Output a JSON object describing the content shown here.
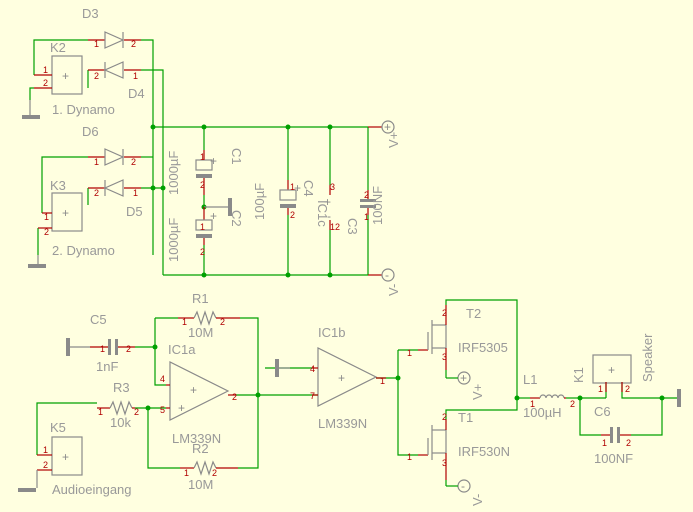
{
  "colors": {
    "background": "#ffffe0",
    "wire": "#00a000",
    "symbol": "#8a8a8a",
    "pin_number": "#b00000",
    "label": "#999999"
  },
  "labels": {
    "d3": "D3",
    "d4": "D4",
    "d5": "D5",
    "d6": "D6",
    "k1": "K1",
    "k2": "K2",
    "k3": "K3",
    "k5": "K5",
    "dynamo1": "1. Dynamo",
    "dynamo2": "2. Dynamo",
    "c1": "C1",
    "c1_val": "1000µF",
    "c2": "C2",
    "c2_val": "1000µF",
    "c4": "C4",
    "c4_val": "100µF",
    "c3": "C3",
    "c3_val": "100NF",
    "ic1c": "IC1c",
    "vplus": "V+",
    "vminus": "V-",
    "c5": "C5",
    "c5_val": "1nF",
    "r1": "R1",
    "r1_val": "10M",
    "r2": "R2",
    "r2_val": "10M",
    "r3": "R3",
    "r3_val": "10k",
    "ic1a": "IC1a",
    "ic1a_part": "LM339N",
    "ic1b": "IC1b",
    "ic1b_part": "LM339N",
    "t1": "T1",
    "t1_part": "IRF530N",
    "t2": "T2",
    "t2_part": "IRF5305",
    "l1": "L1",
    "l1_val": "100µH",
    "c6": "C6",
    "c6_val": "100NF",
    "speaker": "Speaker",
    "audio": "Audioeingang"
  },
  "pins": {
    "p1": "1",
    "p2": "2",
    "p3": "3",
    "p4": "4",
    "p5": "5",
    "p7": "7",
    "p12": "12"
  },
  "symbols": {
    "plus": "+",
    "minus": "-"
  }
}
